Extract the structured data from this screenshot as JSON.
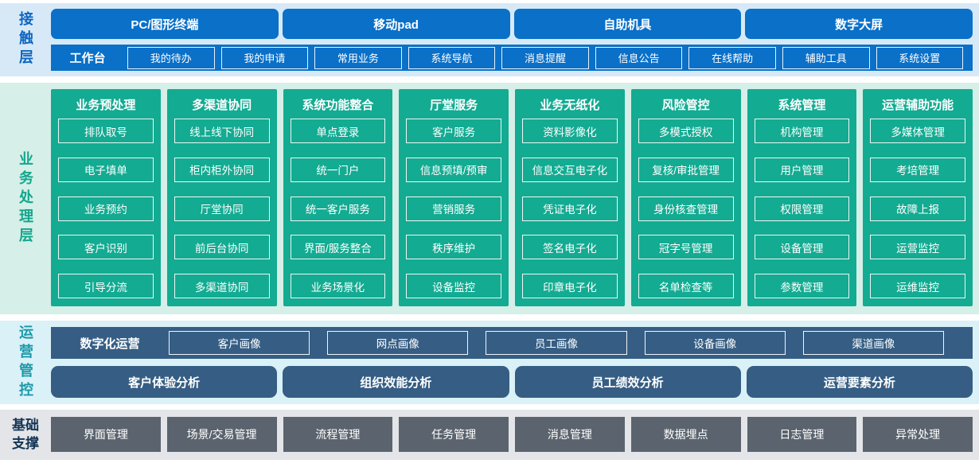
{
  "colors": {
    "contact_box_blue": "#0a70c8",
    "contact_strip": "#d7e9f7",
    "contact_label_blue": "#0e66c2",
    "business_col_green": "#13ab92",
    "business_strip": "#d6efe8",
    "business_label_green": "#12a78d",
    "operation_box_navy": "#365e84",
    "operation_strip": "#dbf1f8",
    "operation_label_teal": "#1b9aa9",
    "foundation_box_gray": "#5b646e",
    "foundation_strip": "#e3e5e8",
    "foundation_label_navy": "#133455"
  },
  "layers": {
    "contact": {
      "label": "接触层",
      "channels": [
        "PC/图形终端",
        "移动pad",
        "自助机具",
        "数字大屏"
      ],
      "workbench": {
        "label": "工作台",
        "items": [
          "我的待办",
          "我的申请",
          "常用业务",
          "系统导航",
          "消息提醒",
          "信息公告",
          "在线帮助",
          "辅助工具",
          "系统设置"
        ]
      }
    },
    "business": {
      "label": "业务处理层",
      "columns": [
        {
          "title": "业务预处理",
          "items": [
            "排队取号",
            "电子填单",
            "业务预约",
            "客户识别",
            "引导分流"
          ]
        },
        {
          "title": "多渠道协同",
          "items": [
            "线上线下协同",
            "柜内柜外协同",
            "厅堂协同",
            "前后台协同",
            "多渠道协同"
          ]
        },
        {
          "title": "系统功能整合",
          "items": [
            "单点登录",
            "统一门户",
            "统一客户服务",
            "界面/服务整合",
            "业务场景化"
          ]
        },
        {
          "title": "厅堂服务",
          "items": [
            "客户服务",
            "信息预填/预审",
            "营销服务",
            "秩序维护",
            "设备监控"
          ]
        },
        {
          "title": "业务无纸化",
          "items": [
            "资料影像化",
            "信息交互电子化",
            "凭证电子化",
            "签名电子化",
            "印章电子化"
          ]
        },
        {
          "title": "风险管控",
          "items": [
            "多模式授权",
            "复核/审批管理",
            "身份核查管理",
            "冠字号管理",
            "名单检查等"
          ]
        },
        {
          "title": "系统管理",
          "items": [
            "机构管理",
            "用户管理",
            "权限管理",
            "设备管理",
            "参数管理"
          ]
        },
        {
          "title": "运营辅助功能",
          "items": [
            "多媒体管理",
            "考培管理",
            "故障上报",
            "运营监控",
            "运维监控"
          ]
        }
      ]
    },
    "operation": {
      "label": "运营管控",
      "digital": {
        "label": "数字化运营",
        "items": [
          "客户画像",
          "网点画像",
          "员工画像",
          "设备画像",
          "渠道画像"
        ]
      },
      "analysis": [
        "客户体验分析",
        "组织效能分析",
        "员工绩效分析",
        "运营要素分析"
      ]
    },
    "foundation": {
      "label": "基础支撑",
      "items": [
        "界面管理",
        "场景/交易管理",
        "流程管理",
        "任务管理",
        "消息管理",
        "数据埋点",
        "日志管理",
        "异常处理"
      ]
    }
  }
}
